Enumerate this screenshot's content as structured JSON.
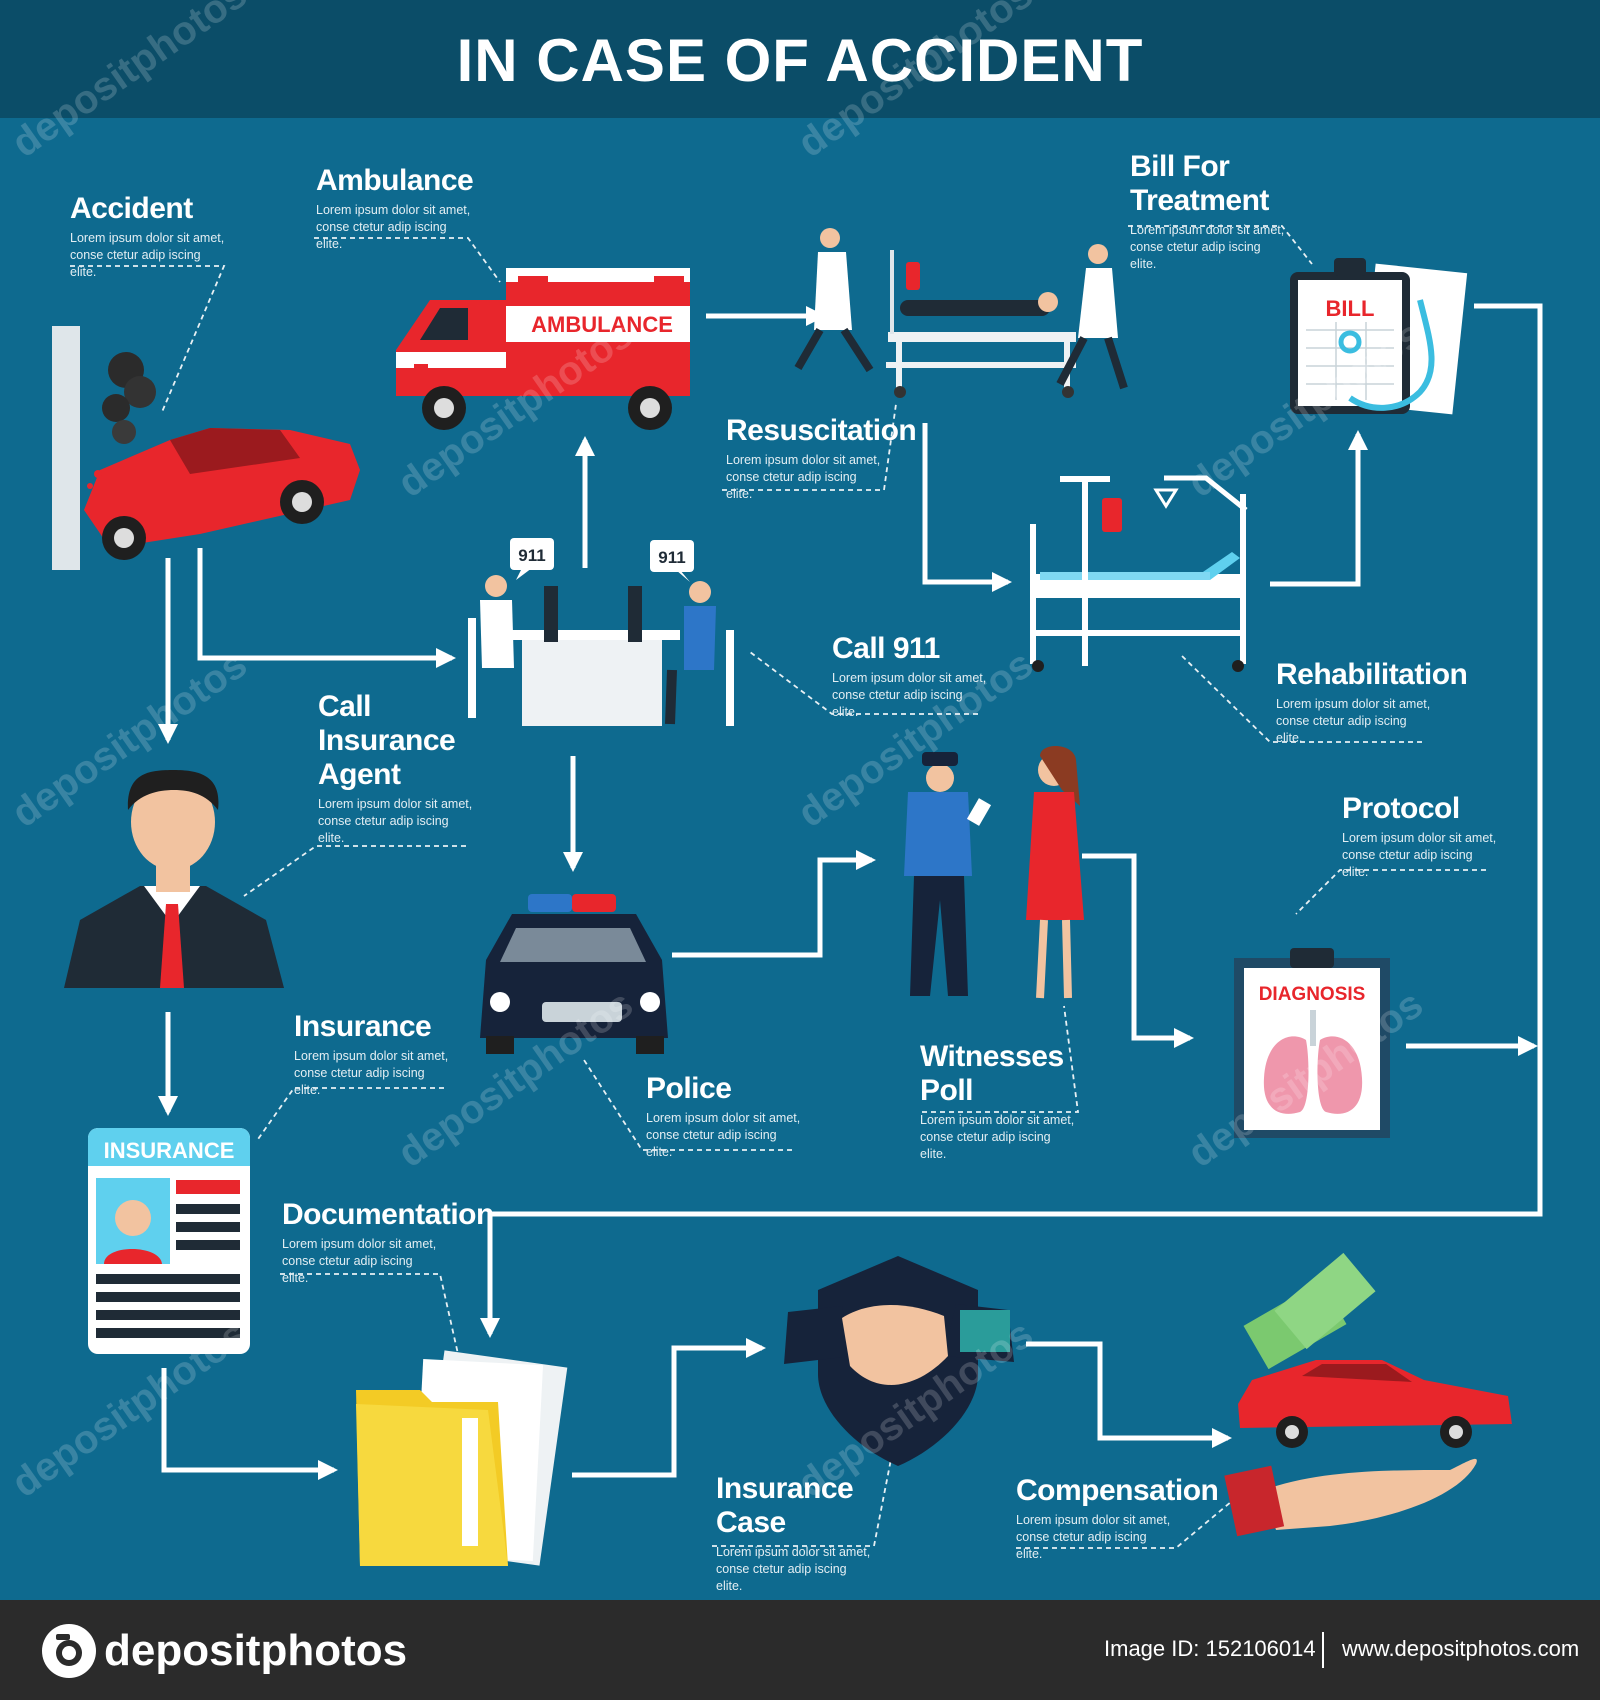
{
  "title": "IN CASE OF ACCIDENT",
  "lorem": "Lorem ipsum dolor sit amet, conse ctetur adip iscing elite.",
  "steps": {
    "accident": "Accident",
    "ambulance": "Ambulance",
    "resuscitation": "Resuscitation",
    "bill_for_treatment": "Bill For Treatment",
    "call_911": "Call 911",
    "rehabilitation": "Rehabilitation",
    "call_insurance_agent": "Call\nInsurance\nAgent",
    "protocol": "Protocol",
    "insurance": "Insurance",
    "police": "Police",
    "witnesses_poll": "Witnesses\nPoll",
    "documentation": "Documentation",
    "insurance_case": "Insurance Case",
    "compensation": "Compensation"
  },
  "icon_labels": {
    "ambulance_sign": "AMBULANCE",
    "bill": "BILL",
    "operator_left": "911",
    "operator_right": "911",
    "diagnosis": "DIAGNOSIS",
    "insurance_card": "INSURANCE"
  },
  "watermark": "depositphotos",
  "footer": {
    "brand": "depositphotos",
    "image_id": "Image ID: 152106014",
    "site": "www.depositphotos.com"
  },
  "colors": {
    "background": "#0e6a8f",
    "header": "#0b4d68",
    "footer": "#2b2b2b",
    "accent_red": "#e8262c"
  }
}
